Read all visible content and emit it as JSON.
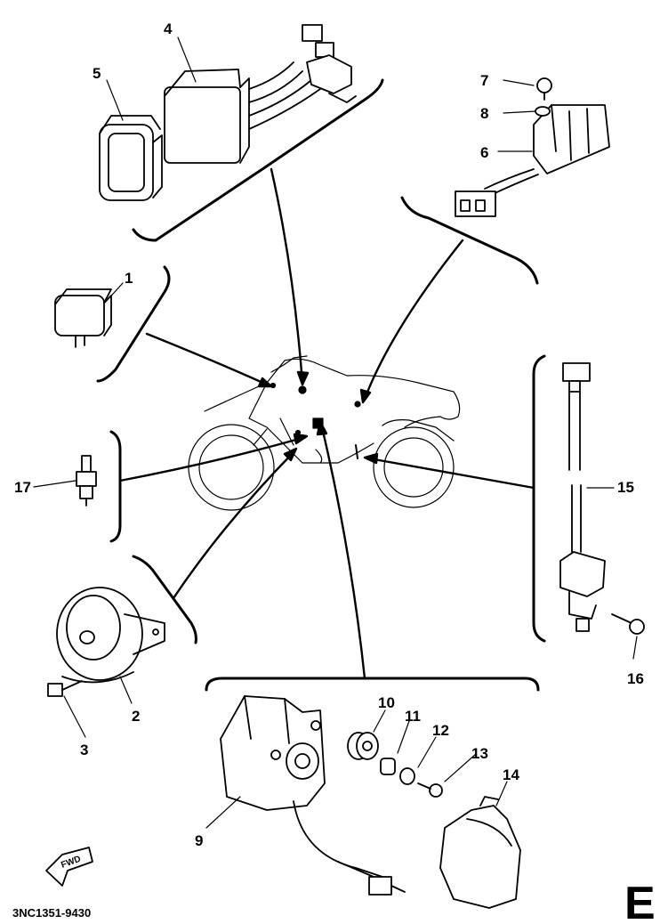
{
  "diagram": {
    "part_labels": [
      "1",
      "2",
      "3",
      "4",
      "5",
      "6",
      "7",
      "8",
      "9",
      "10",
      "11",
      "12",
      "13",
      "14",
      "15",
      "16",
      "17"
    ],
    "catalog_code": "3NC1351-9430",
    "page_letter": "E",
    "direction_label": "FWD"
  }
}
